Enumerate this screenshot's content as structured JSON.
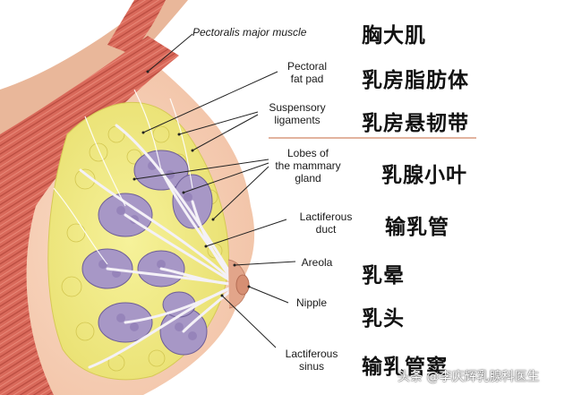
{
  "labels": [
    {
      "en": "Pectoralis major muscle",
      "zh": "胸大肌"
    },
    {
      "en": "Pectoral\nfat pad",
      "zh": "乳房脂肪体"
    },
    {
      "en": "Suspensory\nligaments",
      "zh": "乳房悬韧带"
    },
    {
      "en": "Lobes of\nthe mammary\ngland",
      "zh": "乳腺小叶"
    },
    {
      "en": "Lactiferous\nduct",
      "zh": "输乳管"
    },
    {
      "en": "Areola",
      "zh": "乳晕"
    },
    {
      "en": "Nipple",
      "zh": "乳头"
    },
    {
      "en": "Lactiferous\nsinus",
      "zh": "输乳管窦"
    }
  ],
  "watermark": "头条 @李庆辉乳腺科医生",
  "colors": {
    "skin": "#f6d2b8",
    "muscle": "#d9695a",
    "fat": "#f3ee86",
    "lobe": "#a797c6",
    "duct": "#f4f1f7",
    "divider": "#d89a7e"
  }
}
